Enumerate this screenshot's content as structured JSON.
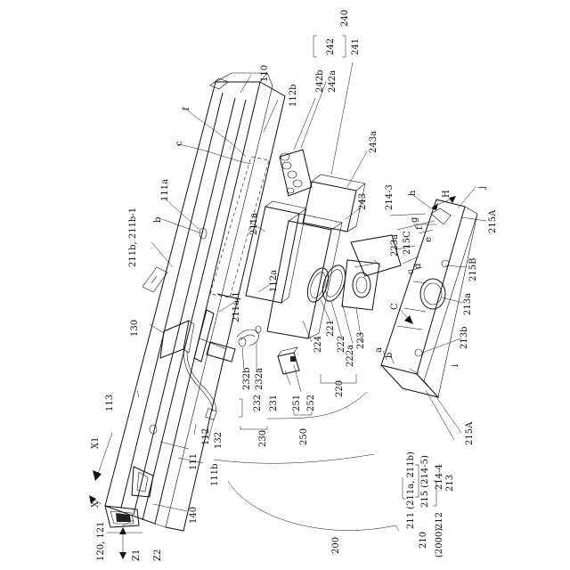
{
  "figure": {
    "labels": {
      "r240": "240",
      "r242": "242",
      "r241": "241",
      "r242b": "242b",
      "r242a": "242a",
      "r110": "110",
      "r112b": "112b",
      "r243a": "243a",
      "rf_top": "f",
      "rc_top": "c",
      "r111a": "111a",
      "r211b_211b1": "211b, 211b-1",
      "rb_left": "b",
      "r211a": "211a",
      "r243": "243",
      "r214_3": "214-3",
      "rh": "h",
      "rH": "H",
      "rj": "j",
      "rg": "g",
      "rf_right": "f",
      "r215C": "215C",
      "re": "e",
      "r215A": "215A",
      "r223a": "223a",
      "rd": "d",
      "rc_right": "c",
      "r215B": "215B",
      "r112a": "112a",
      "r211a_1": "211a-1",
      "r130": "130",
      "r221": "221",
      "r222": "222",
      "r222a": "222a",
      "r223": "223",
      "r224": "224",
      "rC": "C",
      "r213a": "213a",
      "r213b": "213b",
      "ra": "a",
      "rb_right": "b",
      "ri": "i",
      "r215A_bottom": "215A",
      "r232b": "232b",
      "r232a": "232a",
      "r232": "232",
      "r231": "231",
      "r230": "230",
      "r220": "220",
      "r251": "251",
      "r252": "252",
      "r250": "250",
      "r113": "113",
      "r112": "112",
      "r132": "132",
      "r111": "111",
      "r111b": "111b",
      "r140": "140",
      "rX1": "X1",
      "rX": "X",
      "r120_121": "120, 121",
      "rZ1": "Z1",
      "rZ2": "Z2",
      "r200": "200",
      "r211_group": "211 (211a, 211b)",
      "r215_group": "215 (214-5)",
      "r214_4": "214-4",
      "r213": "213",
      "r210": "210",
      "r212": "212",
      "r2000": "(2000)"
    }
  }
}
